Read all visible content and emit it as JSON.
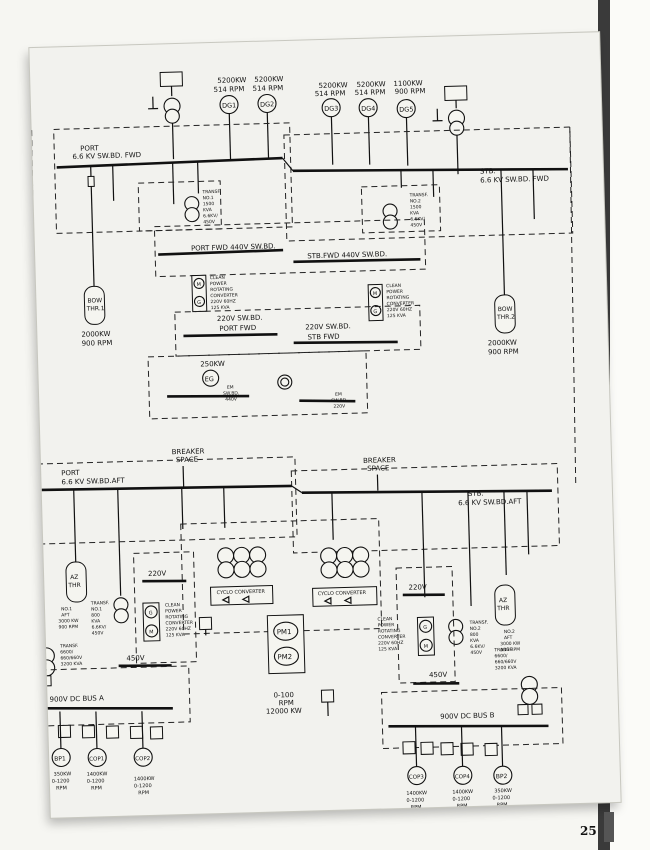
{
  "page_number": "25",
  "generators": [
    {
      "id": "DG1",
      "rating": "5200KW",
      "rpm": "514 RPM"
    },
    {
      "id": "DG2",
      "rating": "5200KW",
      "rpm": "514 RPM"
    },
    {
      "id": "DG3",
      "rating": "5200KW",
      "rpm": "514 RPM"
    },
    {
      "id": "DG4",
      "rating": "5200KW",
      "rpm": "514 RPM"
    },
    {
      "id": "DG5",
      "rating": "1100KW",
      "rpm": "900 RPM"
    }
  ],
  "switchboards": {
    "port_fwd": [
      "PORT",
      "6.6 KV SW.BD. FWD"
    ],
    "stb_fwd": [
      "STB.",
      "6.6 KV SW.BD. FWD"
    ],
    "port_440": "PORT FWD 440V SW.BD.",
    "stb_440": "STB.FWD 440V SW.BD.",
    "port_220": [
      "220V SW.BD.",
      "PORT FWD"
    ],
    "stb_220": [
      "220V SW.BD.",
      "STB FWD"
    ],
    "port_aft": [
      "PORT",
      "6.6 KV SW.BD.AFT"
    ],
    "stb_aft": [
      "STB.",
      "6.6 KV SW.BD.AFT"
    ],
    "bus_a": "900V DC BUS A",
    "bus_b": "900V DC BUS B"
  },
  "breaker_space": [
    "BREAKER",
    "SPACE"
  ],
  "transformers_fwd": [
    [
      "TRANSF.",
      "NO.1",
      "1500",
      "KVA",
      "6.6KV/",
      "450V"
    ],
    [
      "TRANSF.",
      "NO.2",
      "1500",
      "KVA",
      "6.6KV/",
      "450V"
    ]
  ],
  "converter_fwd": [
    "CLEAN",
    "POWER",
    "ROTATING",
    "CONVERTER",
    "220V 60HZ",
    "125 KVA"
  ],
  "thrusters_fwd": [
    {
      "id": "BOW",
      "id2": "THR.1",
      "rating": "2000KW",
      "rpm": "900 RPM"
    },
    {
      "id": "BOW",
      "id2": "THR.2",
      "rating": "2000KW",
      "rpm": "900 RPM"
    }
  ],
  "emergency": {
    "eg": "EG",
    "rating": "250KW",
    "em_440": [
      "EM",
      "SW.BD.",
      "440V"
    ],
    "em_220": [
      "EM",
      "SW.BD.",
      "220V"
    ]
  },
  "thrusters_aft": [
    {
      "id": "AZ",
      "id2": "THR",
      "lines": [
        "NO.1",
        "AFT",
        "3000 KW",
        "900 RPM"
      ]
    },
    {
      "id": "AZ",
      "id2": "THR",
      "lines": [
        "NO.2",
        "AFT",
        "3000 KW",
        "900 RPM"
      ]
    }
  ],
  "transformers_aft": [
    [
      "TRANSF.",
      "NO.1",
      "800",
      "KVA",
      "6.6KV/",
      "450V"
    ],
    [
      "TRANSF.",
      "NO.2",
      "800",
      "KVA",
      "6.6KV/",
      "450V"
    ]
  ],
  "transformers_dc": [
    [
      "TRANSF.",
      "6600/",
      "660/660V",
      "3200 KVA"
    ],
    [
      "TRANSF.",
      "6600/",
      "660/660V",
      "3200 KVA"
    ]
  ],
  "voltages": {
    "v220": "220V",
    "v450": "450V"
  },
  "cyclo": "CYCLO CONVERTER",
  "propulsion": {
    "m1": "PM1",
    "m2": "PM2",
    "rpm": "0-100",
    "rpm_unit": "RPM",
    "kw": "12000 KW"
  },
  "dc_loads_a": [
    {
      "id": "BP1",
      "lines": [
        "350KW",
        "0-1200",
        "RPM"
      ]
    },
    {
      "id": "COP1",
      "lines": [
        "1400KW",
        "0-1200",
        "RPM"
      ]
    },
    {
      "id": "COP2",
      "lines": [
        "1400KW",
        "0-1200",
        "RPM"
      ]
    }
  ],
  "dc_loads_b": [
    {
      "id": "COP3",
      "lines": [
        "1400KW",
        "0-1200",
        "RPM"
      ]
    },
    {
      "id": "COP4",
      "lines": [
        "1400KW",
        "0-1200",
        "RPM"
      ]
    },
    {
      "id": "BP2",
      "lines": [
        "350KW",
        "0-1200",
        "RPM"
      ]
    }
  ],
  "motor_letters": {
    "g": "G",
    "m": "M"
  }
}
